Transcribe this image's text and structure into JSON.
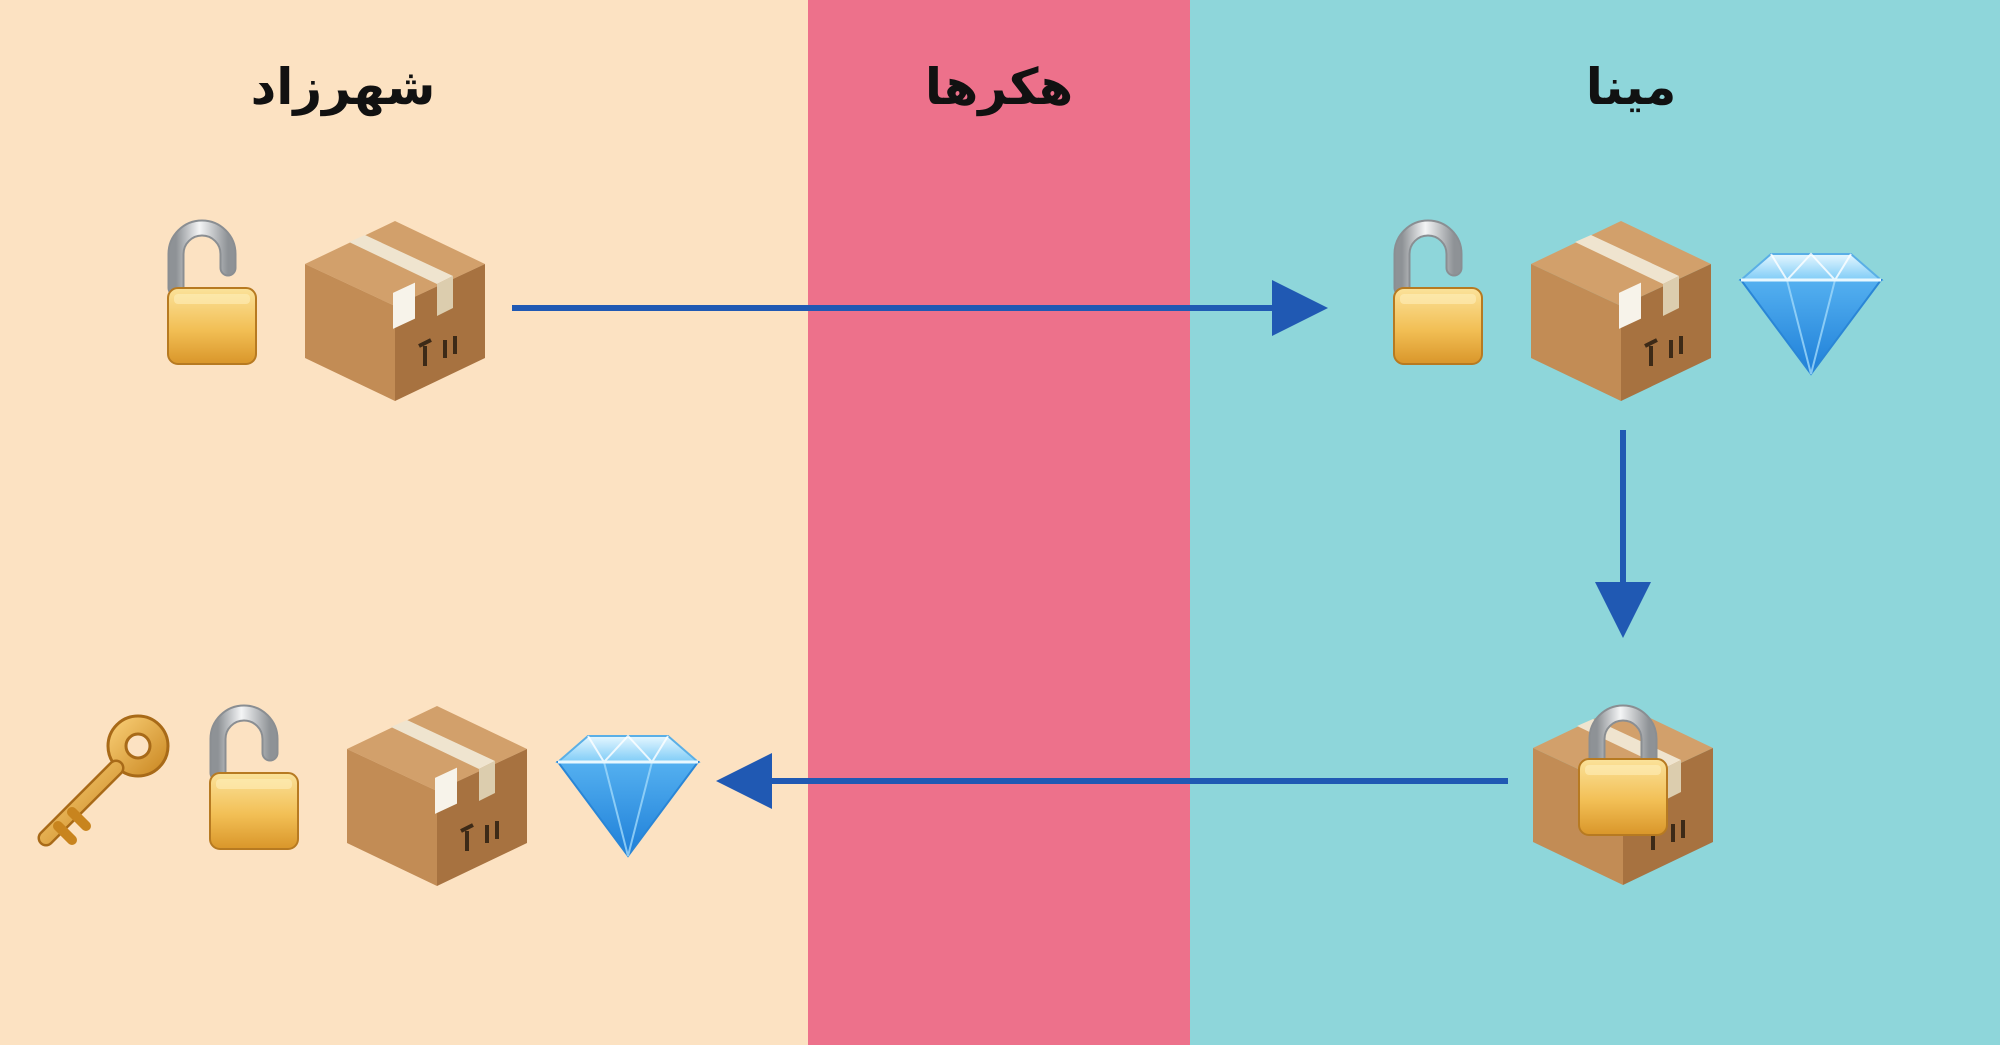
{
  "colors": {
    "left_bg": "#FCE2C2",
    "mid_bg": "#ED718B",
    "right_bg": "#8ED6DA",
    "arrow": "#2059B3"
  },
  "columns": {
    "left": {
      "title": "شهرزاد"
    },
    "middle": {
      "title": "هکرها"
    },
    "right": {
      "title": "مینا"
    }
  },
  "icons": [
    "open-padlock-icon",
    "package-box-icon",
    "gem-icon",
    "key-icon",
    "locked-package-icon"
  ]
}
